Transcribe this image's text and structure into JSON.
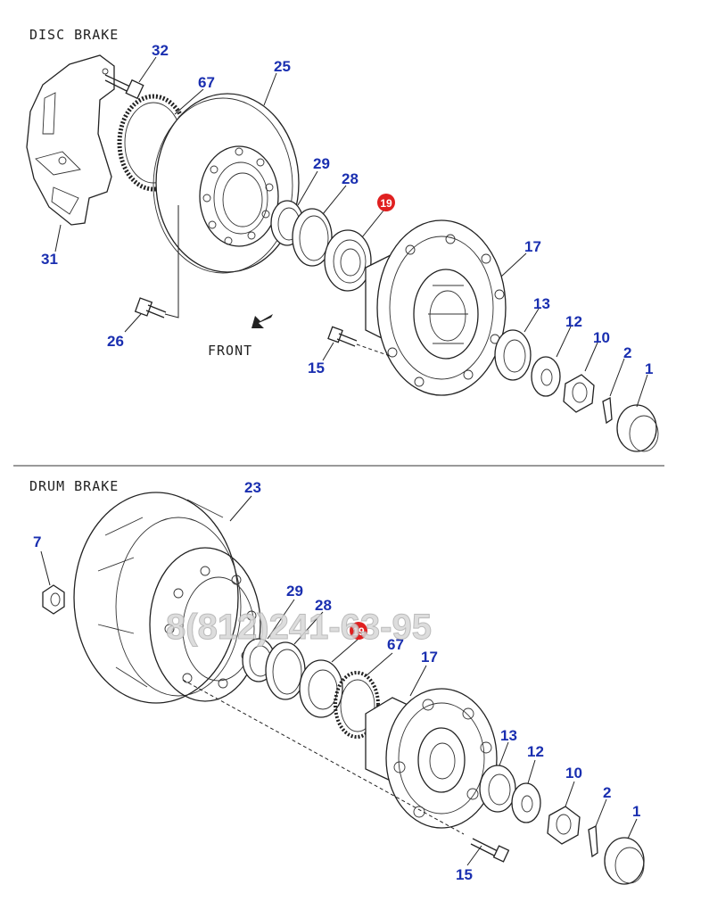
{
  "sections": {
    "disc": "DISC BRAKE",
    "drum": "DRUM BRAKE"
  },
  "front_label": "FRONT",
  "watermark": "8(812)241-63-95",
  "disc_labels": {
    "l32": "32",
    "l67": "67",
    "l25": "25",
    "l29": "29",
    "l28": "28",
    "l19": "19",
    "l17": "17",
    "l31": "31",
    "l13": "13",
    "l12": "12",
    "l10": "10",
    "l2": "2",
    "l1": "1",
    "l26": "26",
    "l15": "15"
  },
  "drum_labels": {
    "l23": "23",
    "l7": "7",
    "l29": "29",
    "l28": "28",
    "l19": "19",
    "l67": "67",
    "l17": "17",
    "l13": "13",
    "l12": "12",
    "l10": "10",
    "l2": "2",
    "l1": "1",
    "l15": "15"
  },
  "colors": {
    "label": "#1a2fb0",
    "marker": "#e02020",
    "line": "#222222"
  }
}
